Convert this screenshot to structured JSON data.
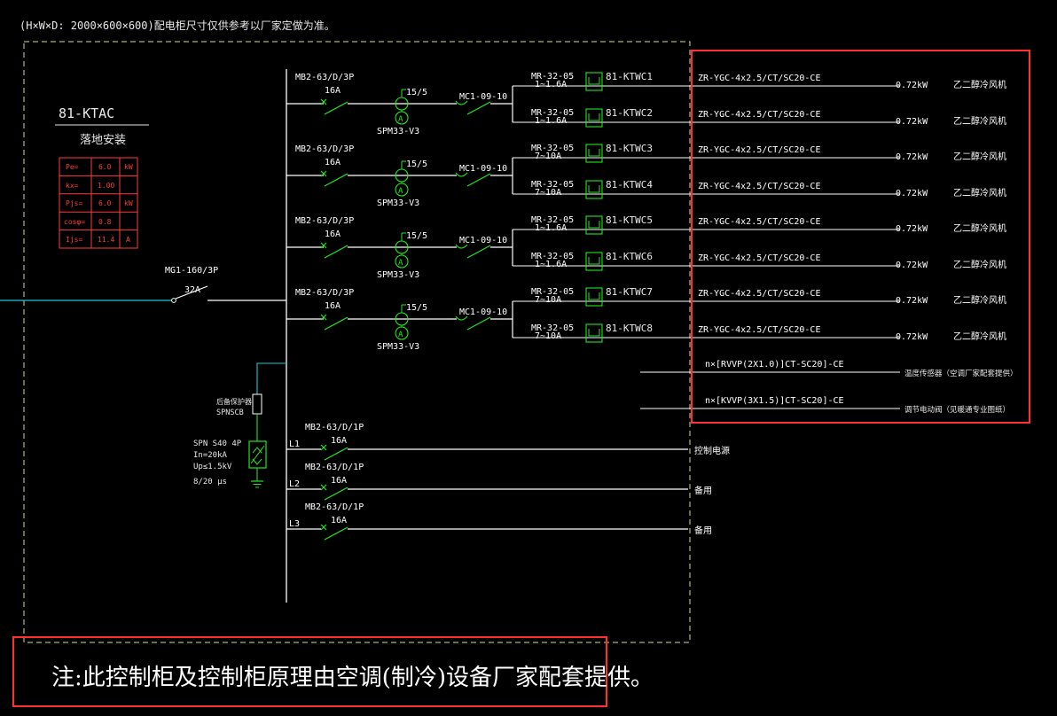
{
  "header_text": "(H×W×D: 2000×600×600)配电柜尺寸仅供参考以厂家定做为准。",
  "panel": {
    "name": "81-KTAC",
    "install": "落地安装",
    "params": [
      {
        "k": "Pe=",
        "v": "6.0",
        "u": "kW"
      },
      {
        "k": "kx=",
        "v": "1.00",
        "u": ""
      },
      {
        "k": "Pjs=",
        "v": "6.0",
        "u": "kW"
      },
      {
        "k": "cosφ=",
        "v": "0.8",
        "u": ""
      },
      {
        "k": "Ijs=",
        "v": "11.4",
        "u": "A"
      }
    ]
  },
  "main_breaker": {
    "model": "MG1-160/3P",
    "rating": "32A"
  },
  "groups": [
    {
      "breaker": "MB2-63/D/3P",
      "rating": "16A",
      "meter": "SPM33-V3",
      "ct": "15/5",
      "contactor": "MC1-09-10",
      "feeders": [
        {
          "relay": "MR-32-05",
          "range": "1~1.6A",
          "id": "81-KTWC1",
          "cable": "ZR-YGC-4x2.5/CT/SC20-CE",
          "power": "0.72kW",
          "load": "乙二醇冷风机"
        },
        {
          "relay": "MR-32-05",
          "range": "1~1.6A",
          "id": "81-KTWC2",
          "cable": "ZR-YGC-4x2.5/CT/SC20-CE",
          "power": "0.72kW",
          "load": "乙二醇冷风机"
        }
      ]
    },
    {
      "breaker": "MB2-63/D/3P",
      "rating": "16A",
      "meter": "SPM33-V3",
      "ct": "15/5",
      "contactor": "MC1-09-10",
      "feeders": [
        {
          "relay": "MR-32-05",
          "range": "7~10A",
          "id": "81-KTWC3",
          "cable": "ZR-YGC-4x2.5/CT/SC20-CE",
          "power": "0.72kW",
          "load": "乙二醇冷风机"
        },
        {
          "relay": "MR-32-05",
          "range": "7~10A",
          "id": "81-KTWC4",
          "cable": "ZR-YGC-4x2.5/CT/SC20-CE",
          "power": "0.72kW",
          "load": "乙二醇冷风机"
        }
      ]
    },
    {
      "breaker": "MB2-63/D/3P",
      "rating": "16A",
      "meter": "SPM33-V3",
      "ct": "15/5",
      "contactor": "MC1-09-10",
      "feeders": [
        {
          "relay": "MR-32-05",
          "range": "1~1.6A",
          "id": "81-KTWC5",
          "cable": "ZR-YGC-4x2.5/CT/SC20-CE",
          "power": "0.72kW",
          "load": "乙二醇冷风机"
        },
        {
          "relay": "MR-32-05",
          "range": "1~1.6A",
          "id": "81-KTWC6",
          "cable": "ZR-YGC-4x2.5/CT/SC20-CE",
          "power": "0.72kW",
          "load": "乙二醇冷风机"
        }
      ]
    },
    {
      "breaker": "MB2-63/D/3P",
      "rating": "16A",
      "meter": "SPM33-V3",
      "ct": "15/5",
      "contactor": "MC1-09-10",
      "feeders": [
        {
          "relay": "MR-32-05",
          "range": "7~10A",
          "id": "81-KTWC7",
          "cable": "ZR-YGC-4x2.5/CT/SC20-CE",
          "power": "0.72kW",
          "load": "乙二醇冷风机"
        },
        {
          "relay": "MR-32-05",
          "range": "7~10A",
          "id": "81-KTWC8",
          "cable": "ZR-YGC-4x2.5/CT/SC20-CE",
          "power": "0.72kW",
          "load": "乙二醇冷风机"
        }
      ]
    }
  ],
  "signal_lines": [
    {
      "cable": "n×[RVVP(2X1.0)]CT-SC20]-CE",
      "label": "温度传感器（空调厂家配套提供）"
    },
    {
      "cable": "n×[KVVP(3X1.5)]CT-SC20]-CE",
      "label": "调节电动阀（见暖通专业图纸）"
    }
  ],
  "spd": {
    "fuse": "后备保护器",
    "fuse_model": "SPNSCB",
    "model": "SPN  S40 4P",
    "in": "In=20kA",
    "up": "Up≤1.5kV",
    "wave": "8/20 μs"
  },
  "single_circuits": [
    {
      "phase": "L1",
      "breaker": "MB2-63/D/1P",
      "rating": "16A",
      "load": "控制电源"
    },
    {
      "phase": "L2",
      "breaker": "MB2-63/D/1P",
      "rating": "16A",
      "load": "备用"
    },
    {
      "phase": "L3",
      "breaker": "MB2-63/D/1P",
      "rating": "16A",
      "load": "备用"
    }
  ],
  "note": "注:此控制柜及控制柜原理由空调(制冷)设备厂家配套提供。",
  "colors": {
    "bg": "#000000",
    "wire": "#ffffff",
    "device": "#22e622",
    "cyan": "#19c9d9",
    "highlight": "#ff3030",
    "param": "#ff3b3b"
  }
}
